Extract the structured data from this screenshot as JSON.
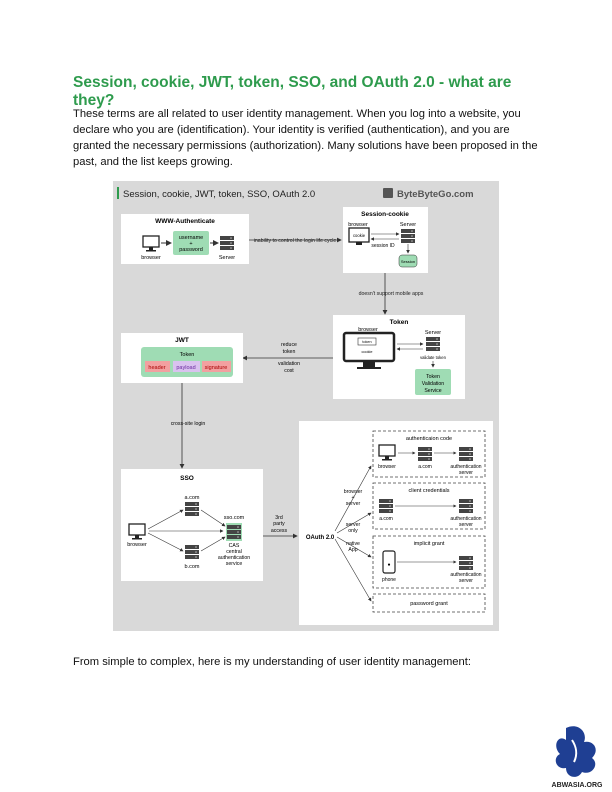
{
  "doc": {
    "title": "Session, cookie, JWT, token, SSO, and OAuth 2.0 - what are they?",
    "intro": "These terms are all related to user identity management. When you log into a website, you declare who you are (identification). Your identity is verified (authentication), and you are granted the necessary permissions (authorization). Many solutions have been proposed in the past, and the list keeps growing.",
    "footer": "From simple to complex, here is my understanding of user identity management:",
    "logo_text": "ABWASIA.ORG"
  },
  "diagram": {
    "header": "Session, cookie, JWT, token, SSO, OAuth 2.0",
    "brand": "ByteByteGo.com",
    "www": {
      "title": "WWW-Authenticate",
      "cred1": "username",
      "cred2": "+",
      "cred3": "password",
      "browser": "browser",
      "server": "Server"
    },
    "arrow1": "inability to control the login life cycle",
    "session": {
      "title": "Session-cookie",
      "browser": "browser",
      "server": "Server",
      "cookie": "cookie",
      "session_id": "session ID",
      "db": "Session"
    },
    "arrow2": "doesn't support mobile apps",
    "token": {
      "title": "Token",
      "browser": "browser",
      "server": "Server",
      "tk": "token",
      "ck": "cookie",
      "validate": "validate token",
      "svc1": "Token",
      "svc2": "Validation",
      "svc3": "Service"
    },
    "arrow3": [
      "reduce",
      "token",
      "validation",
      "cost"
    ],
    "jwt": {
      "title": "JWT",
      "token": "Token",
      "header": "header",
      "payload": "payload",
      "signature": "signature"
    },
    "arrow4": "cross-site login",
    "sso": {
      "title": "SSO",
      "acom": "a.com",
      "bcom": "b.com",
      "ssocom": "sso.com",
      "cas": [
        "CAS",
        "central",
        "authentication",
        "service"
      ],
      "browser": "browser"
    },
    "arrow5": [
      "3rd",
      "party",
      "access"
    ],
    "oauth": {
      "title": "OAuth 2.0",
      "branch1": [
        "browser",
        "+",
        "server"
      ],
      "branch2": [
        "server",
        "only"
      ],
      "branch3": [
        "native",
        "App"
      ],
      "g1": {
        "title": "authenticaion code",
        "browser": "browser",
        "acom": "a.com",
        "auth": [
          "authentication",
          "server"
        ]
      },
      "g2": {
        "title": "client credentials",
        "acom": "a.com",
        "auth": [
          "authentication",
          "server"
        ]
      },
      "g3": {
        "title": "implicit grant",
        "phone": "phone",
        "auth": [
          "authentication",
          "server"
        ]
      },
      "g4": {
        "title": "password grant"
      }
    }
  },
  "colors": {
    "title": "#2e9b4d",
    "canvas": "#d9d9d9",
    "green": "#9fdcb4",
    "header_red": "#f2a0a0",
    "payload_purple": "#d9c2ef"
  }
}
